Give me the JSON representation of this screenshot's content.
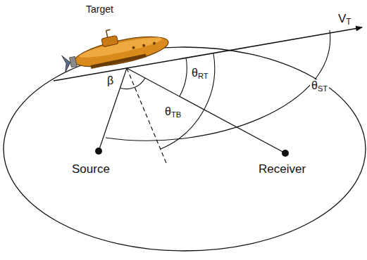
{
  "diagram": {
    "labels": [
      "Target",
      "VT",
      "θRT",
      "θST",
      "θTB",
      "β",
      "Source",
      "Receiver"
    ]
  }
}
